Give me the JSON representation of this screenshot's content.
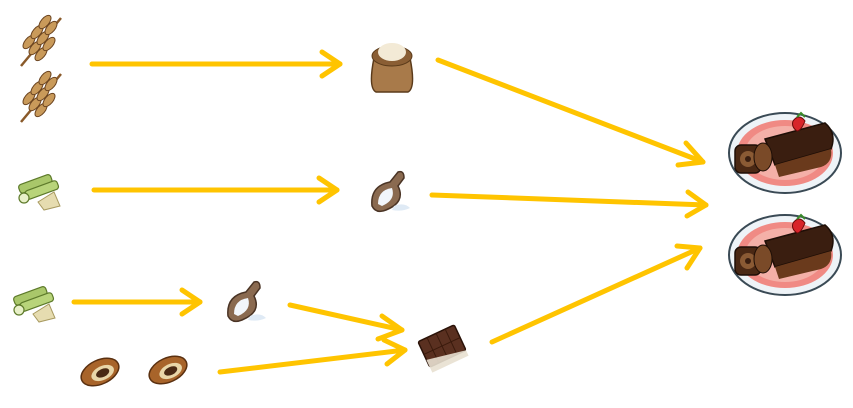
{
  "diagram": {
    "type": "crafting-recipe",
    "arrow_color": "#FFC400",
    "nodes": [
      {
        "id": "wheat-1",
        "icon": "wheat-icon"
      },
      {
        "id": "wheat-2",
        "icon": "wheat-icon"
      },
      {
        "id": "flour",
        "icon": "flour-sack-icon"
      },
      {
        "id": "sugarcane-1",
        "icon": "sugarcane-icon"
      },
      {
        "id": "sugar-1",
        "icon": "sugar-scoop-icon"
      },
      {
        "id": "sugarcane-2",
        "icon": "sugarcane-icon"
      },
      {
        "id": "sugar-2",
        "icon": "sugar-scoop-icon"
      },
      {
        "id": "cocoa-1",
        "icon": "cocoa-pod-icon"
      },
      {
        "id": "cocoa-2",
        "icon": "cocoa-pod-icon"
      },
      {
        "id": "chocolate",
        "icon": "chocolate-bar-icon"
      },
      {
        "id": "yule-log-1",
        "icon": "yule-log-cake-icon"
      },
      {
        "id": "yule-log-2",
        "icon": "yule-log-cake-icon"
      }
    ],
    "edges": [
      [
        "wheat",
        "flour"
      ],
      [
        "sugarcane-1",
        "sugar-1"
      ],
      [
        "sugarcane-2",
        "sugar-2"
      ],
      [
        "sugar-2",
        "chocolate"
      ],
      [
        "cocoa",
        "chocolate"
      ],
      [
        "flour",
        "yule-log"
      ],
      [
        "sugar-1",
        "yule-log"
      ],
      [
        "chocolate",
        "yule-log"
      ]
    ]
  }
}
